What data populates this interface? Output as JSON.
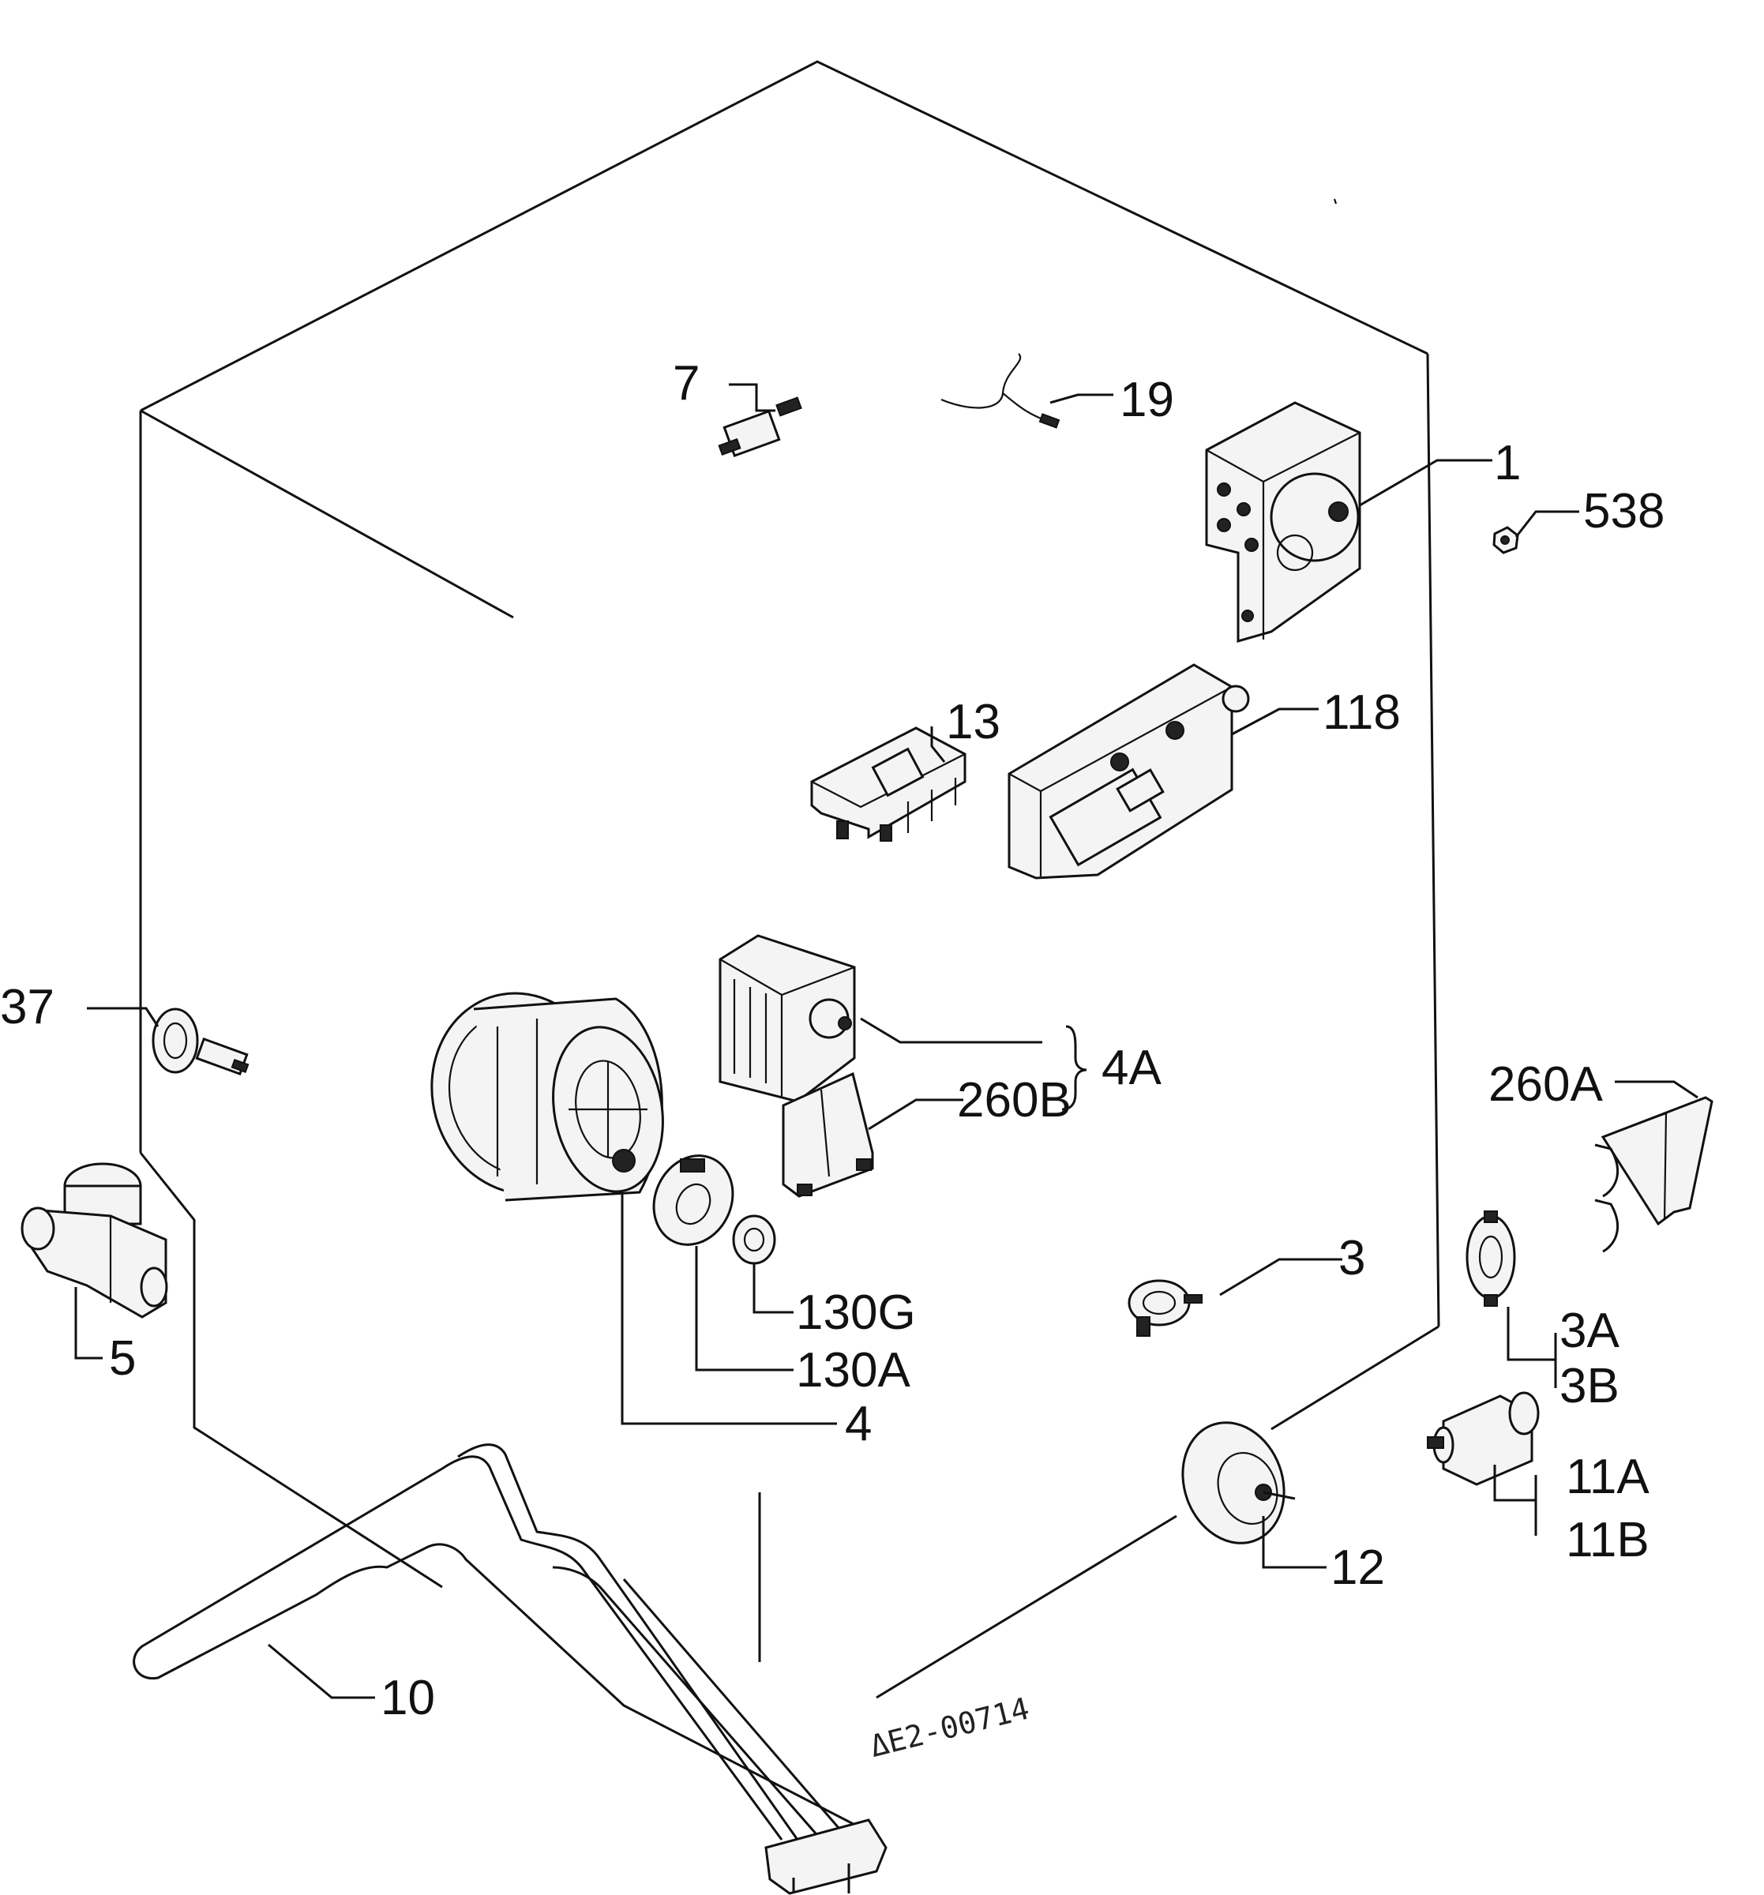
{
  "diagram": {
    "drawing_code": "ΔE2-00714",
    "parts": [
      {
        "id": "p1",
        "label": "1"
      },
      {
        "id": "p538",
        "label": "538"
      },
      {
        "id": "p7",
        "label": "7"
      },
      {
        "id": "p19",
        "label": "19"
      },
      {
        "id": "p13",
        "label": "13"
      },
      {
        "id": "p118",
        "label": "118"
      },
      {
        "id": "p37",
        "label": "37"
      },
      {
        "id": "p4A",
        "label": "4A"
      },
      {
        "id": "p260B",
        "label": "260B"
      },
      {
        "id": "p260A",
        "label": "260A"
      },
      {
        "id": "p5",
        "label": "5"
      },
      {
        "id": "p130G",
        "label": "130G"
      },
      {
        "id": "p130A",
        "label": "130A"
      },
      {
        "id": "p4",
        "label": "4"
      },
      {
        "id": "p3",
        "label": "3"
      },
      {
        "id": "p3A",
        "label": "3A"
      },
      {
        "id": "p3B",
        "label": "3B"
      },
      {
        "id": "p11A",
        "label": "11A"
      },
      {
        "id": "p11B",
        "label": "11B"
      },
      {
        "id": "p12",
        "label": "12"
      },
      {
        "id": "p10",
        "label": "10"
      }
    ]
  }
}
